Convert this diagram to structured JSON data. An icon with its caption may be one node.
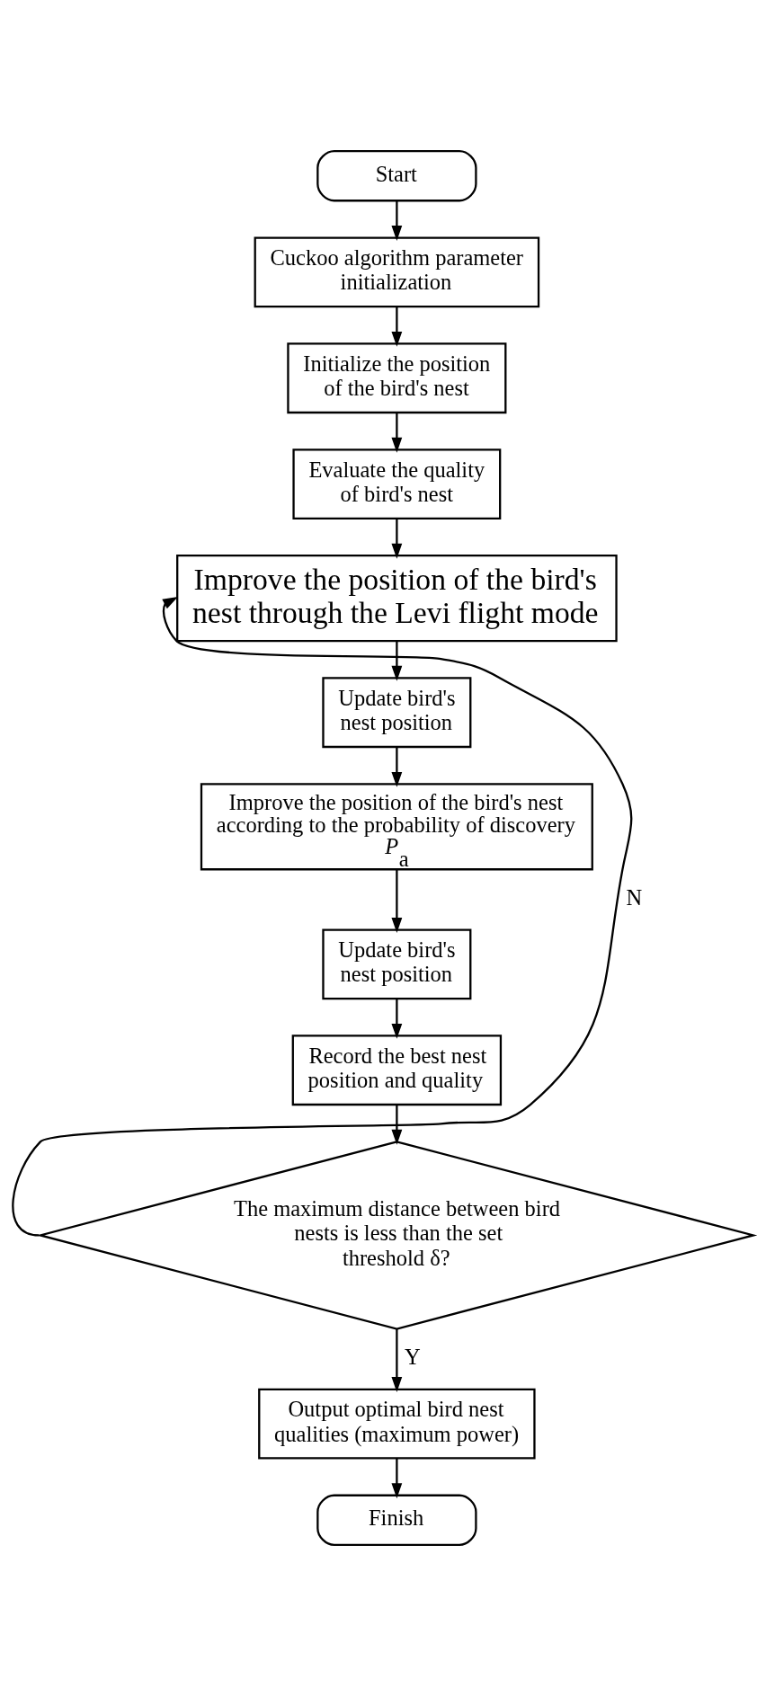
{
  "diagram": {
    "nodes": [
      {
        "text": [
          "Start"
        ]
      },
      {
        "text": [
          "Cuckoo algorithm parameter initialization"
        ]
      },
      {
        "text": [
          "Initialize the position of the bird's nest"
        ]
      },
      {
        "text": [
          "Evaluate the quality of bird's nest"
        ]
      },
      {
        "text": [
          "Improve the position of the bird's nest through the Levi flight mode"
        ]
      },
      {
        "text": [
          "Update bird's nest position"
        ]
      },
      {
        "text": [
          "Improve the position of the bird's nest according to the probability of discovery *P*$_{a}$"
        ]
      },
      {
        "text": [
          "Update bird's nest position"
        ]
      },
      {
        "text": [
          "Record the best nest position and quality"
        ]
      },
      {
        "text": [
          "The maximum distance between bird nests is less than the set threshold δ?"
        ]
      },
      {
        "text": [
          "Output optimal bird nest qualities (maximum power)"
        ]
      },
      {
        "text": [
          "Finish"
        ]
      }
    ],
    "edges": [
      {
        "from": 0,
        "to": 1,
        "arrow": "to"
      },
      {
        "from": 1,
        "to": 2,
        "arrow": "to"
      },
      {
        "from": 2,
        "to": 3,
        "arrow": "to"
      },
      {
        "from": 3,
        "to": 4,
        "arrow": "to"
      },
      {
        "from": 4,
        "to": 5,
        "arrow": "to"
      },
      {
        "from": 5,
        "to": 6,
        "arrow": "to"
      },
      {
        "from": 6,
        "to": 7,
        "arrow": "to"
      },
      {
        "from": 7,
        "to": 8,
        "arrow": "to"
      },
      {
        "from": 8,
        "to": 9,
        "arrow": "to"
      },
      {
        "from": 9,
        "to": 4,
        "arrow": "to",
        "label": "N"
      },
      {
        "from": 9,
        "to": 10,
        "arrow": "to",
        "label": "Y"
      },
      {
        "from": 10,
        "to": 11,
        "arrow": "to"
      }
    ]
  }
}
